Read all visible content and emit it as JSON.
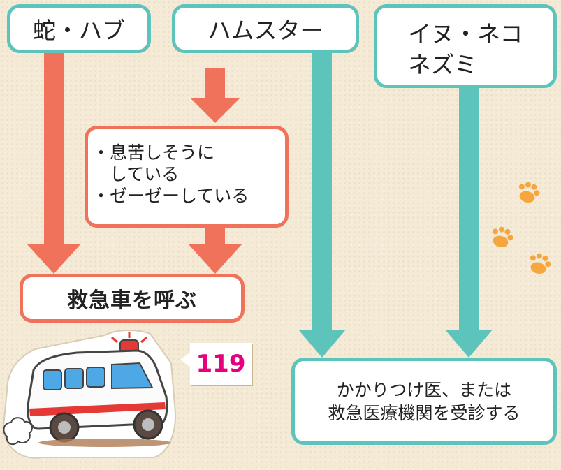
{
  "nodes": {
    "snake": "蛇・ハブ",
    "hamster": "ハムスター",
    "dog_cat_line1": "イヌ・ネコ",
    "dog_cat_line2": "ネズミ",
    "symptoms": [
      "・息苦しそうに",
      "　している",
      "・ゼーゼーしている"
    ],
    "ambulance_call": "救急車を呼ぶ",
    "emergency_number": "119",
    "clinic_line1": "かかりつけ医、または",
    "clinic_line2": "救急医療機関を受診する"
  },
  "colors": {
    "teal": "#5dc4bb",
    "coral": "#f0725a",
    "number_pink": "#e6007e",
    "background": "#f4ead5",
    "paw": "#f6a63c"
  },
  "icons": [
    "ambulance-illustration",
    "paw-print-icon"
  ]
}
